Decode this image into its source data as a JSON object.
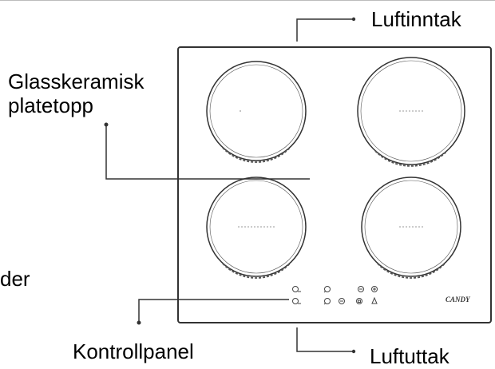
{
  "labels": {
    "air_intake": "Luftinntak",
    "glass_ceramic_top_line1": "Glasskeramisk",
    "glass_ceramic_top_line2": "platetopp",
    "cooking_zones_partial": "der",
    "control_panel": "Kontrollpanel",
    "air_outlet": "Luftuttak"
  },
  "brand": "CANDY",
  "colors": {
    "line": "#333333",
    "text": "#000000",
    "background": "#ffffff"
  },
  "icons": [
    "power-icon",
    "lock-icon",
    "zone-select-icon",
    "minus-icon",
    "plus-icon",
    "timer-icon",
    "boost-icon"
  ]
}
